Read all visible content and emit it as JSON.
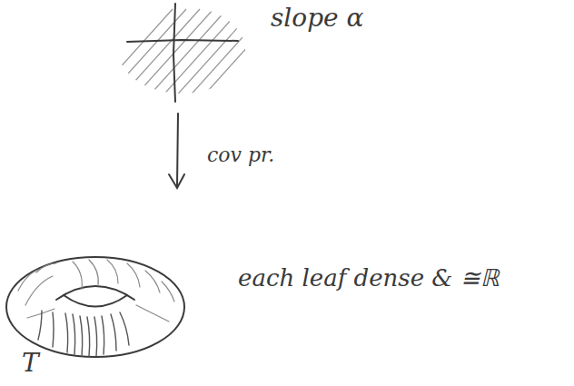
{
  "diagram": {
    "labels": [
      "slope α",
      "cov pr.",
      "each leaf dense & ≅ℝ",
      "T"
    ]
  }
}
